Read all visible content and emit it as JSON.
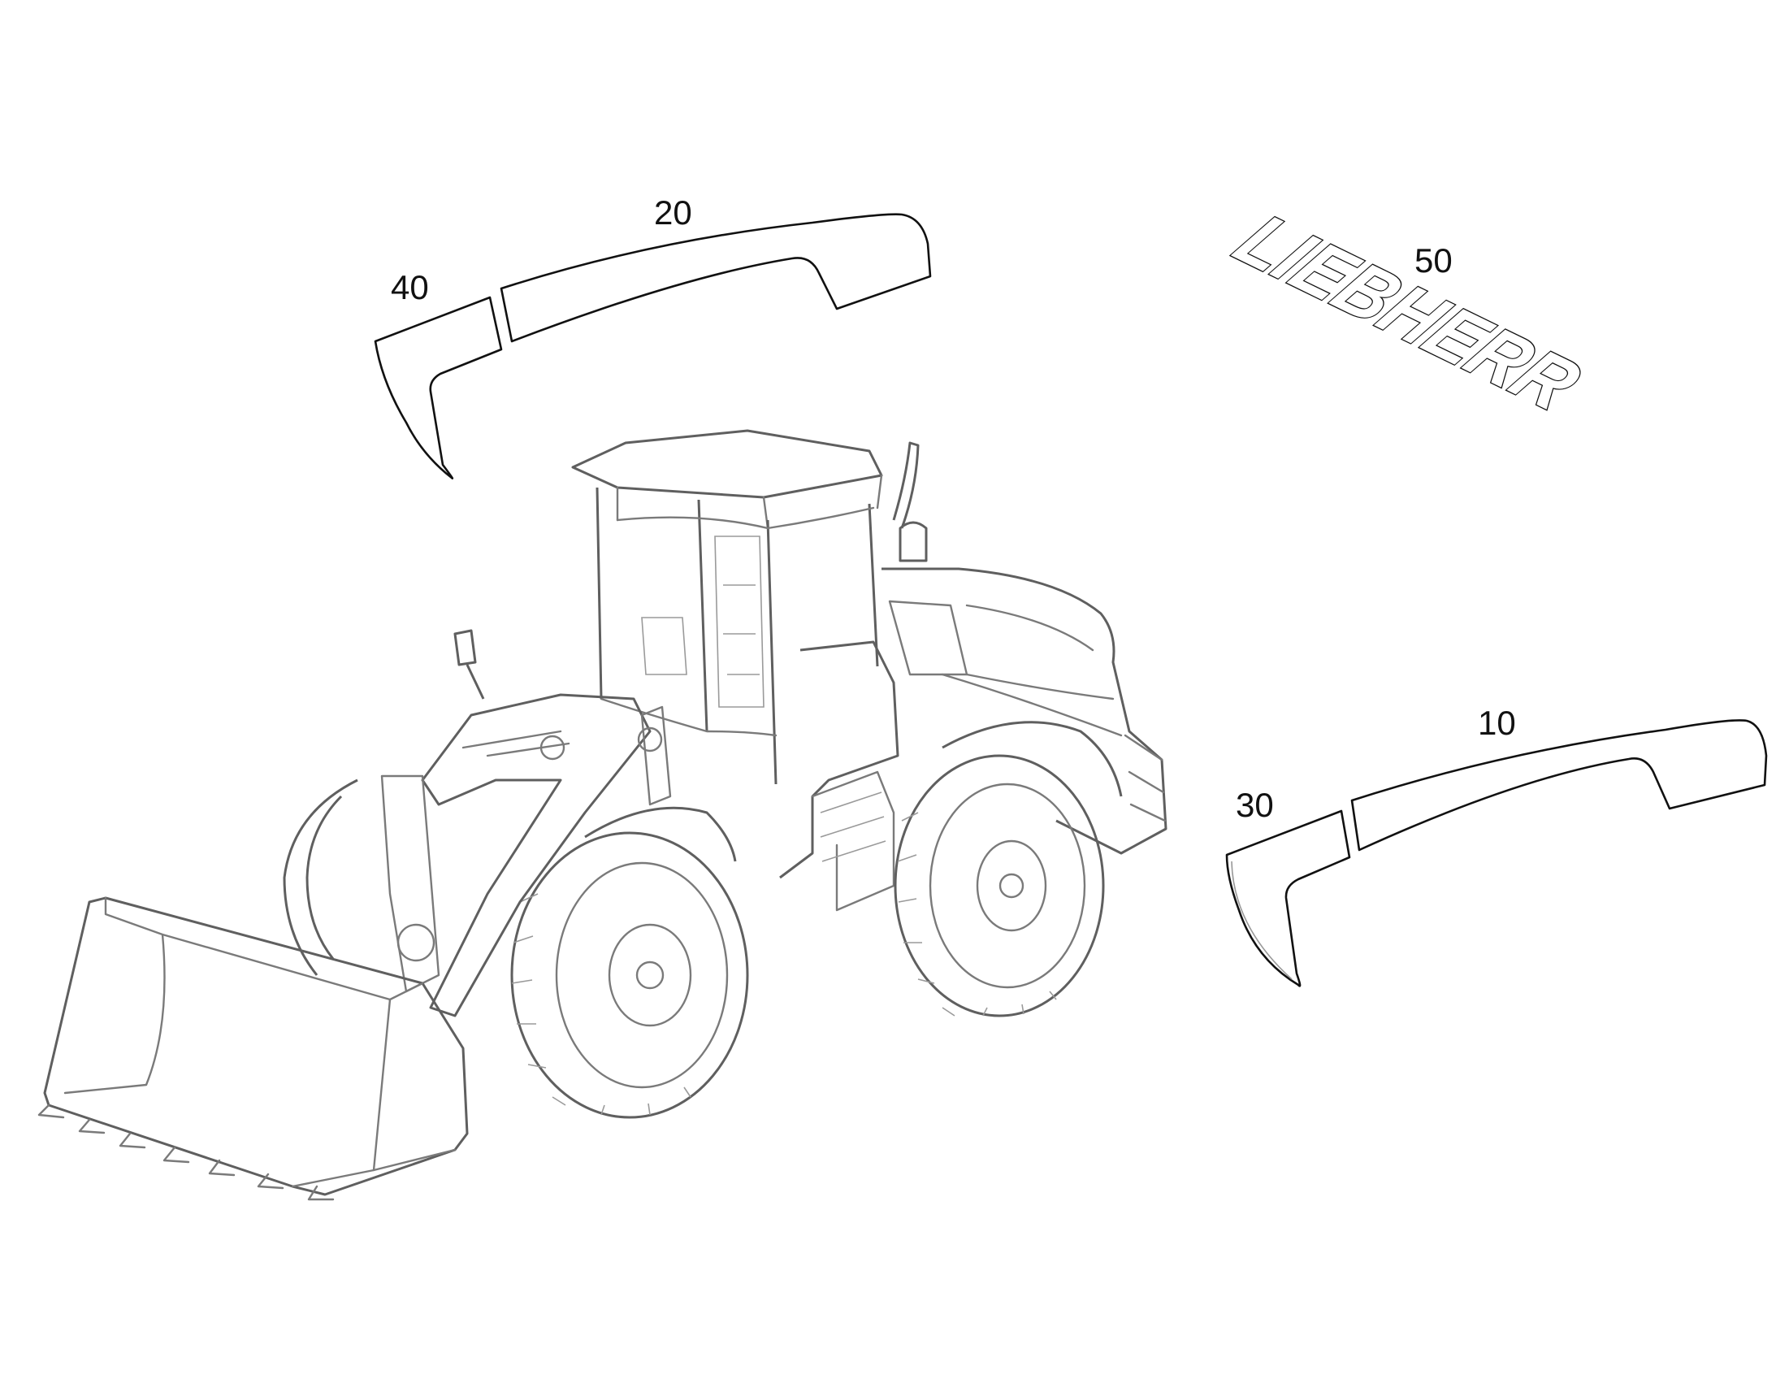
{
  "callouts": [
    {
      "id": "10",
      "label": "10"
    },
    {
      "id": "20",
      "label": "20"
    },
    {
      "id": "30",
      "label": "30"
    },
    {
      "id": "40",
      "label": "40"
    },
    {
      "id": "50",
      "label": "50"
    }
  ],
  "logo": {
    "text": "LIEBHERR"
  },
  "colors": {
    "line": "#111111",
    "machine": "#7a7a7a",
    "background": "#ffffff"
  }
}
